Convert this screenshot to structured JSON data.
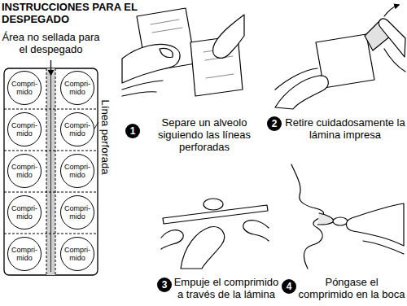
{
  "diagram": {
    "title": "INSTRUCCIONES PARA EL DESPEGADO",
    "nodes": [
      {
        "text": [
          "Compri- mido"
        ]
      },
      {
        "text": [
          "Compri- mido"
        ]
      },
      {
        "text": [
          "Compri- mido"
        ]
      },
      {
        "text": [
          "Compri- mido"
        ]
      },
      {
        "text": [
          "Compri- mido"
        ]
      },
      {
        "text": [
          "Compri- mido"
        ]
      },
      {
        "text": [
          "Compri- mido"
        ]
      },
      {
        "text": [
          "Compri- mido"
        ]
      },
      {
        "text": [
          "Compri- mido"
        ]
      },
      {
        "text": [
          "Compri- mido"
        ]
      },
      {
        "text": [
          "1"
        ]
      },
      {
        "text": [
          "2"
        ]
      },
      {
        "text": [
          "3"
        ]
      },
      {
        "text": [
          "4"
        ]
      }
    ],
    "labels": [
      "Área no sellada para el despegado",
      "Línea perforada",
      "Separe un alveolo siguiendo las líneas perforadas",
      "Retire cuidadosamente la lámina impresa",
      "Empuje el comprimido a través de la lámina",
      "Póngase el comprimido en la boca"
    ]
  }
}
